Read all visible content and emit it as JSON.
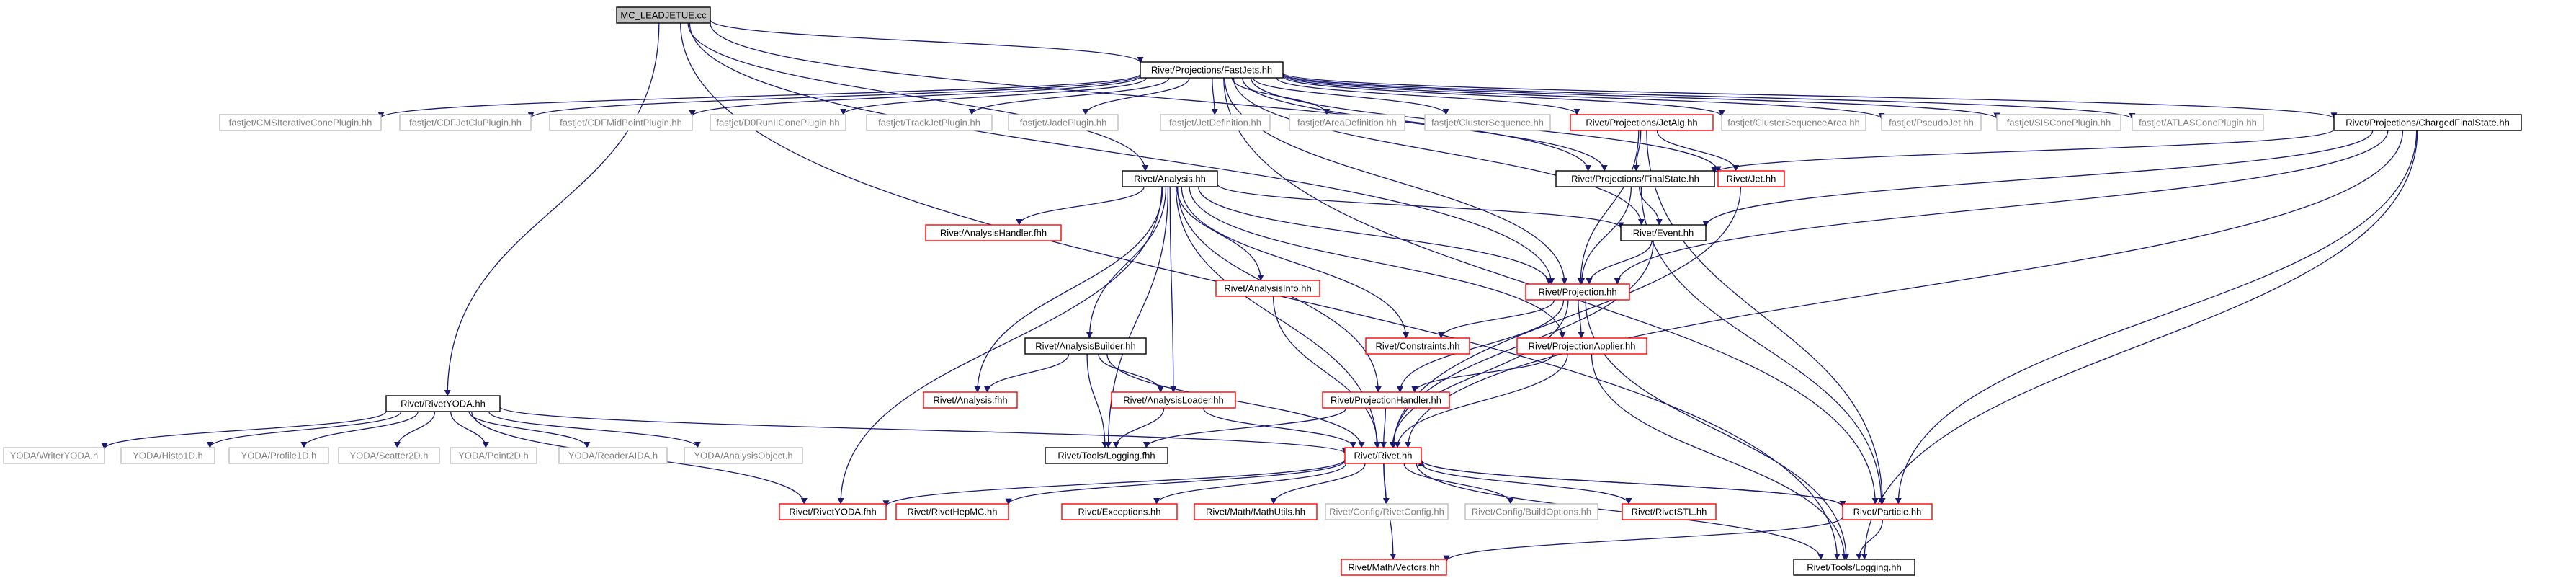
{
  "colors": {
    "edge": "#191970",
    "root_fill": "#bfbfbf",
    "black_border": "#000000",
    "red_border": "#ff0000",
    "gray_border": "#bfbfbf",
    "gray_text": "#808080",
    "text": "#000000"
  },
  "nodes": {
    "n_root": {
      "label": "MC_LEADJETUE.cc",
      "style": "root"
    },
    "n_fj": {
      "label": "Rivet/Projections/FastJets.hh",
      "style": "black"
    },
    "n_cms": {
      "label": "fastjet/CMSIterativeConePlugin.hh",
      "style": "gray"
    },
    "n_cdfj": {
      "label": "fastjet/CDFJetCluPlugin.hh",
      "style": "gray"
    },
    "n_cdfm": {
      "label": "fastjet/CDFMidPointPlugin.hh",
      "style": "gray"
    },
    "n_d0": {
      "label": "fastjet/D0RunIIConePlugin.hh",
      "style": "gray"
    },
    "n_trk": {
      "label": "fastjet/TrackJetPlugin.hh",
      "style": "gray"
    },
    "n_jade": {
      "label": "fastjet/JadePlugin.hh",
      "style": "gray"
    },
    "n_jdef": {
      "label": "fastjet/JetDefinition.hh",
      "style": "gray"
    },
    "n_adef": {
      "label": "fastjet/AreaDefinition.hh",
      "style": "gray"
    },
    "n_cseq": {
      "label": "fastjet/ClusterSequence.hh",
      "style": "gray"
    },
    "n_jalg": {
      "label": "Rivet/Projections/JetAlg.hh",
      "style": "red"
    },
    "n_csa": {
      "label": "fastjet/ClusterSequenceArea.hh",
      "style": "gray"
    },
    "n_pj": {
      "label": "fastjet/PseudoJet.hh",
      "style": "gray"
    },
    "n_sis": {
      "label": "fastjet/SISConePlugin.hh",
      "style": "gray"
    },
    "n_atlas": {
      "label": "fastjet/ATLASConePlugin.hh",
      "style": "gray"
    },
    "n_cfs": {
      "label": "Rivet/Projections/ChargedFinalState.hh",
      "style": "black"
    },
    "n_ana": {
      "label": "Rivet/Analysis.hh",
      "style": "black"
    },
    "n_fs": {
      "label": "Rivet/Projections/FinalState.hh",
      "style": "black"
    },
    "n_jet": {
      "label": "Rivet/Jet.hh",
      "style": "red"
    },
    "n_ahf": {
      "label": "Rivet/AnalysisHandler.fhh",
      "style": "red"
    },
    "n_evt": {
      "label": "Rivet/Event.hh",
      "style": "black"
    },
    "n_ainfo": {
      "label": "Rivet/AnalysisInfo.hh",
      "style": "red"
    },
    "n_proj": {
      "label": "Rivet/Projection.hh",
      "style": "red"
    },
    "n_abld": {
      "label": "Rivet/AnalysisBuilder.hh",
      "style": "black"
    },
    "n_cons": {
      "label": "Rivet/Constraints.hh",
      "style": "red"
    },
    "n_papp": {
      "label": "Rivet/ProjectionApplier.hh",
      "style": "red"
    },
    "n_anaf": {
      "label": "Rivet/Analysis.fhh",
      "style": "red"
    },
    "n_aload": {
      "label": "Rivet/AnalysisLoader.hh",
      "style": "red"
    },
    "n_phand": {
      "label": "Rivet/ProjectionHandler.hh",
      "style": "red"
    },
    "n_ryoda": {
      "label": "Rivet/RivetYODA.hh",
      "style": "black"
    },
    "n_logf": {
      "label": "Rivet/Tools/Logging.fhh",
      "style": "black"
    },
    "n_rivet": {
      "label": "Rivet/Rivet.hh",
      "style": "red"
    },
    "n_ywr": {
      "label": "YODA/WriterYODA.h",
      "style": "gray"
    },
    "n_yh1": {
      "label": "YODA/Histo1D.h",
      "style": "gray"
    },
    "n_yp1": {
      "label": "YODA/Profile1D.h",
      "style": "gray"
    },
    "n_ys2": {
      "label": "YODA/Scatter2D.h",
      "style": "gray"
    },
    "n_yp2": {
      "label": "YODA/Point2D.h",
      "style": "gray"
    },
    "n_yra": {
      "label": "YODA/ReaderAIDA.h",
      "style": "gray"
    },
    "n_yao": {
      "label": "YODA/AnalysisObject.h",
      "style": "gray"
    },
    "n_ryf": {
      "label": "Rivet/RivetYODA.fhh",
      "style": "red"
    },
    "n_rhep": {
      "label": "Rivet/RivetHepMC.hh",
      "style": "red"
    },
    "n_exc": {
      "label": "Rivet/Exceptions.hh",
      "style": "red"
    },
    "n_mu": {
      "label": "Rivet/Math/MathUtils.hh",
      "style": "red"
    },
    "n_rcfg": {
      "label": "Rivet/Config/RivetConfig.hh",
      "style": "gray"
    },
    "n_bopt": {
      "label": "Rivet/Config/BuildOptions.hh",
      "style": "gray"
    },
    "n_stl": {
      "label": "Rivet/RivetSTL.hh",
      "style": "red"
    },
    "n_part": {
      "label": "Rivet/Particle.hh",
      "style": "red"
    },
    "n_vec": {
      "label": "Rivet/Math/Vectors.hh",
      "style": "red"
    },
    "n_log": {
      "label": "Rivet/Tools/Logging.hh",
      "style": "black"
    }
  }
}
